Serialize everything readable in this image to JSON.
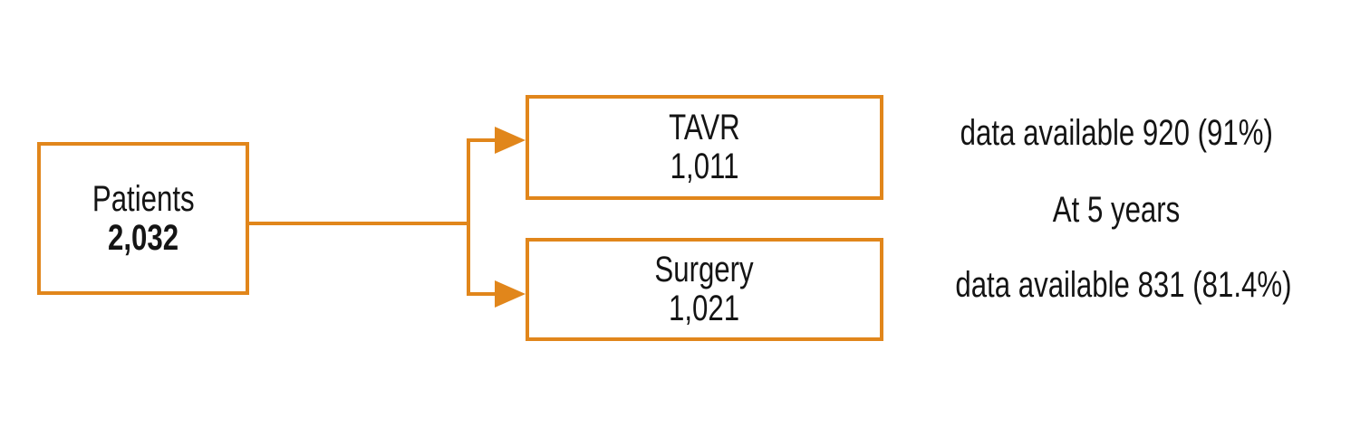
{
  "diagram": {
    "colors": {
      "accent": "#E1861B",
      "text": "#141414"
    },
    "nodes": {
      "patients": {
        "label": "Patients",
        "value": "2,032"
      },
      "tavr": {
        "label": "TAVR",
        "value": "1,011"
      },
      "surgery": {
        "label": "Surgery",
        "value": "1,021"
      }
    },
    "annotations": {
      "tavr_data": "data available 920 (91%)",
      "timepoint": "At 5 years",
      "surgery_data": "data available 831 (81.4%)"
    }
  }
}
